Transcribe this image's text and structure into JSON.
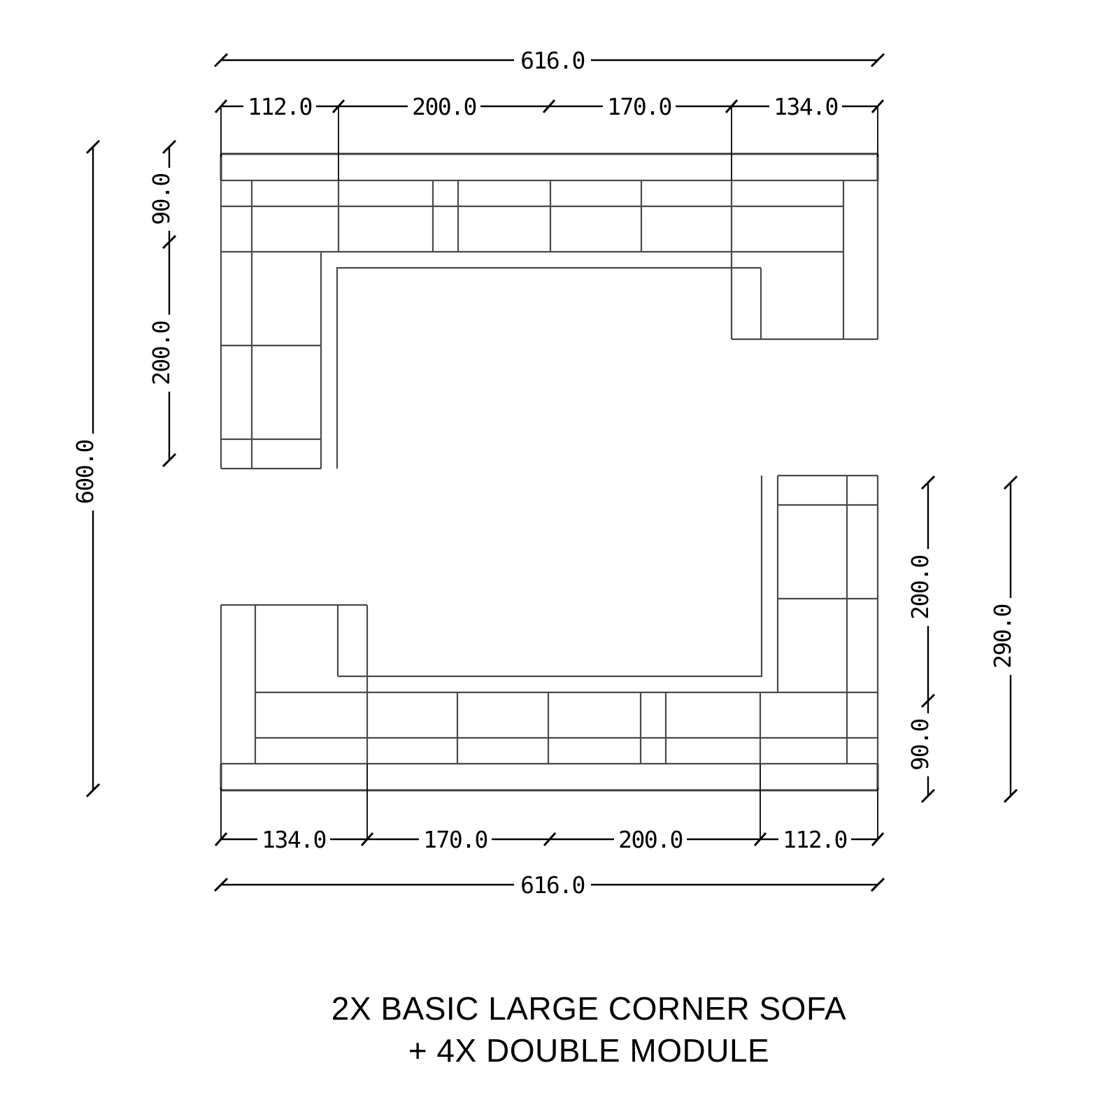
{
  "drawing": {
    "type": "technical-plan-view",
    "units_note": "",
    "stroke_color": "#3c3c3c",
    "dimension_color": "#000000",
    "background": "#ffffff"
  },
  "dimensions": {
    "top_overall": "616.0",
    "top_chain": [
      "112.0",
      "200.0",
      "170.0",
      "134.0"
    ],
    "bottom_chain": [
      "134.0",
      "170.0",
      "200.0",
      "112.0"
    ],
    "bottom_overall": "616.0",
    "left_overall": "600.0",
    "left_chain": [
      "90.0",
      "200.0"
    ],
    "right_chain": [
      "200.0",
      "90.0"
    ],
    "right_overall": "290.0"
  },
  "title": {
    "line1": "2X BASIC  LARGE CORNER SOFA",
    "line2": "+ 4X DOUBLE MODULE"
  }
}
